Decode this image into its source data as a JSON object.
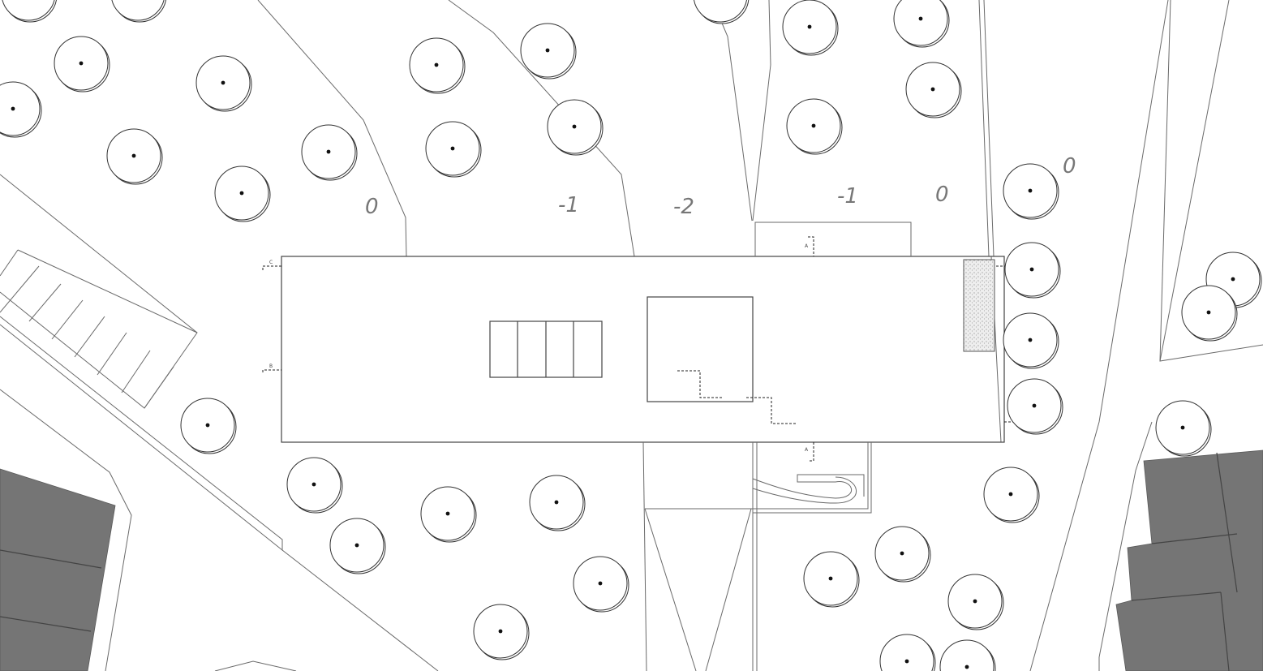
{
  "colors": {
    "line": "#6a6a6a",
    "label": "#777777",
    "neighbor_building": "#757575",
    "stipple": "#9a9a9a"
  },
  "elevation_labels": [
    {
      "id": "elev-1",
      "text": "0"
    },
    {
      "id": "elev-2",
      "text": "-1"
    },
    {
      "id": "elev-3",
      "text": "-2"
    },
    {
      "id": "elev-4",
      "text": "-1"
    },
    {
      "id": "elev-5",
      "text": "0"
    },
    {
      "id": "elev-6",
      "text": "0"
    }
  ],
  "section_marks": [
    {
      "id": "mark-c",
      "text": "C"
    },
    {
      "id": "mark-b-left",
      "text": "B"
    },
    {
      "id": "mark-a-top",
      "text": "A"
    },
    {
      "id": "mark-a-bottom",
      "text": "A"
    },
    {
      "id": "mark-c-right",
      "text": "C"
    },
    {
      "id": "mark-b-right",
      "text": "B"
    }
  ],
  "icons": {
    "tree": "tree-symbol-icon",
    "section_cut": "section-cut-icon"
  }
}
